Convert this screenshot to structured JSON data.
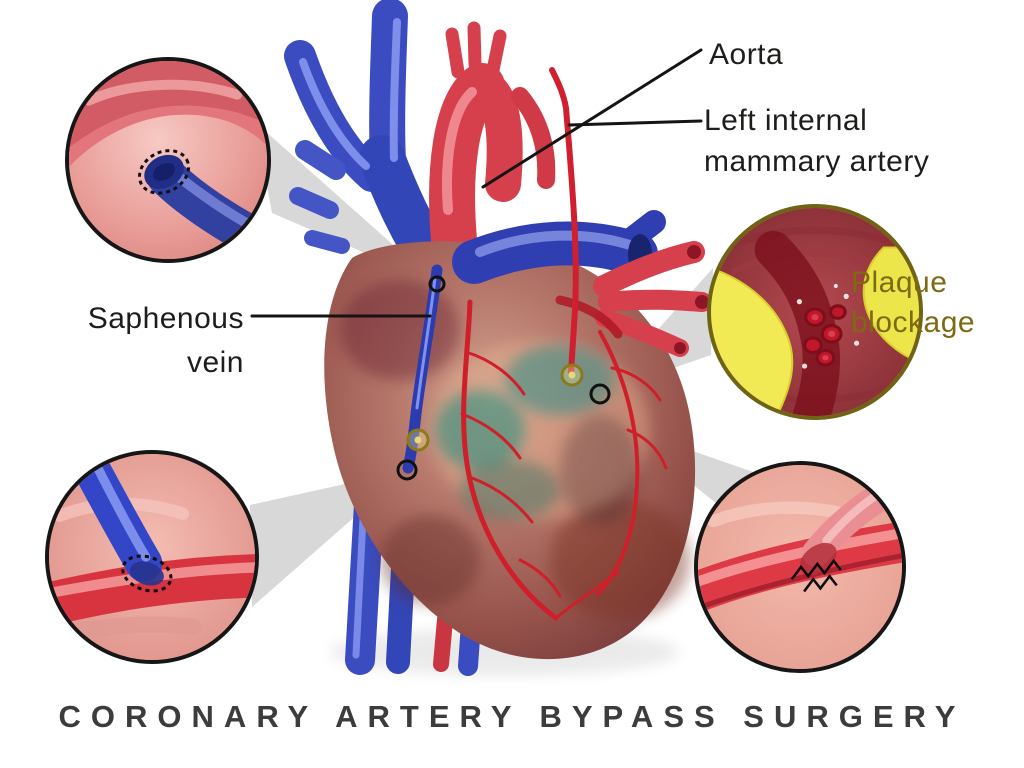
{
  "title": "CORONARY ARTERY BYPASS SURGERY",
  "labels": {
    "aorta": "Aorta",
    "lima": {
      "line1": "Left internal",
      "line2": "mammary artery"
    },
    "saphenous": {
      "line1": "Saphenous",
      "line2": "vein"
    },
    "plaque": {
      "line1": "Plaque",
      "line2": "blockage"
    }
  },
  "insets": {
    "top_left": "aorta-graft-anastomosis-closeup",
    "bottom_left": "saphenous-vein-anastomosis-closeup",
    "right": "plaque-blockage-closeup",
    "bottom_right": "artery-bypass-suture-closeup"
  },
  "colors": {
    "label_color": "#1d1d1b",
    "plaque_label_color": "#7d6a12",
    "title_color": "#3c3c3c",
    "circle_border": "#161616",
    "plaque_circle_border": "#6e6414",
    "wedge_color": "#d8d8d8"
  }
}
